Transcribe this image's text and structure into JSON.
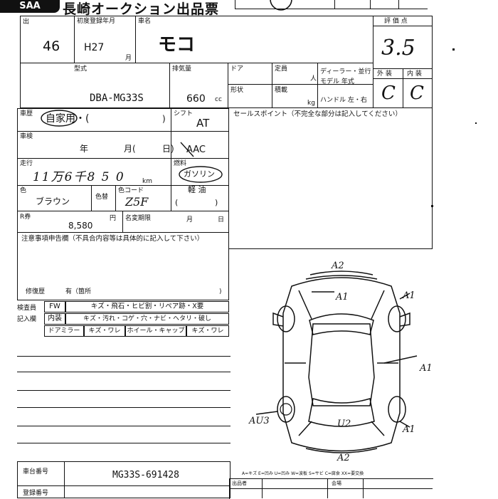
{
  "header": {
    "logo_text": "SAA",
    "title": "長崎オークション出品票"
  },
  "top": {
    "lot_label": "出",
    "lot_number": "46",
    "reg_label": "初度登録年月",
    "year": "H27",
    "month_label": "月",
    "model_label": "車名",
    "model_name": "モコ",
    "score_label": "評 価 点",
    "score_value": "3.5"
  },
  "row2": {
    "type_label": "型式",
    "type_value": "DBA-MG33S",
    "disp_label": "排気量",
    "disp_value": "660",
    "disp_unit": "cc",
    "door_label": "ドア",
    "capacity_label": "定員",
    "capacity_unit": "人",
    "dealer_label": "ディーラー・並行",
    "model_year_label": "モデル 年式",
    "shape_label": "形状",
    "load_label": "積載",
    "load_unit": "kg",
    "handle_label": "ハンドル 左・右",
    "exterior_label": "外 装",
    "interior_label": "内 装",
    "exterior_grade": "C",
    "interior_grade": "C"
  },
  "left": {
    "usage_label": "車歴",
    "usage_value": "自家用・(",
    "usage_close": ")",
    "shaken_label": "車検",
    "year_word": "年",
    "month_word": "月(",
    "day_word": "日)",
    "mileage_label": "走行",
    "mileage_value": "11万6千8 5 0",
    "mileage_unit": "km",
    "fuel_label": "燃料",
    "fuel_value": "ガソリン",
    "fuel_other": "軽 油",
    "fuel_paren": "(",
    "fuel_paren_close": ")",
    "color_label": "色",
    "color_value": "ブラウン",
    "color_change_label": "色替",
    "color_code_label": "色コード",
    "color_code_value": "Z5F",
    "recycle_label": "R券",
    "recycle_value": "8,580",
    "recycle_unit": "円",
    "name_change_label": "名変期限",
    "name_change_month": "月",
    "name_change_day": "日",
    "notes_label": "注意事項申告欄（不具合内容等は具体的に記入して下さい）",
    "repair_label": "修復歴",
    "repair_value": "有（箇所",
    "repair_close": ")"
  },
  "shift": {
    "shift_label": "シフト",
    "shift_value": "AT",
    "ac_value": "AAC"
  },
  "sales_point": {
    "label": "セールスポイント（不完全な部分は記入してください）"
  },
  "inspector": {
    "label1": "検査員",
    "label2": "記入欄",
    "rows": [
      [
        "FW",
        "キズ・飛石・ヒビ割・リペア跡・X要"
      ],
      [
        "内装",
        "キズ・汚れ・コゲ・穴・ナビ・ヘタリ・破し"
      ],
      [
        "ドアミラー",
        "キズ・ワレ",
        "ホイール・キャップ",
        "キズ・ワレ"
      ]
    ]
  },
  "diagram": {
    "labels": [
      "A2",
      "A1",
      "A1",
      "A1",
      "A1",
      "AU3",
      "U2",
      "A2"
    ]
  },
  "bottom": {
    "chassis_label": "車台番号",
    "chassis_value": "MG33S-691428",
    "reg_label": "登録番号",
    "legend": "A=キズ E=凹み U=凹み W=波板 S=サビ C=腐食 XX=要交換",
    "sub_label1": "出品者",
    "sub_label2": "会場"
  }
}
